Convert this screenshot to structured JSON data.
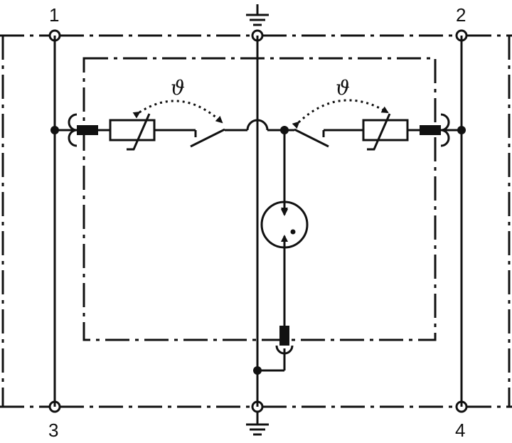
{
  "terminals": {
    "t1": "1",
    "t2": "2",
    "t3": "3",
    "t4": "4"
  },
  "thermal_symbol": "ϑ",
  "icons": {
    "ground_top": "earth-ground-icon",
    "ground_bottom": "earth-ground-icon",
    "varistor": "varistor-icon",
    "gas_discharge_tube": "gas-discharge-tube-icon",
    "thermal_switch": "thermal-switch-icon"
  }
}
